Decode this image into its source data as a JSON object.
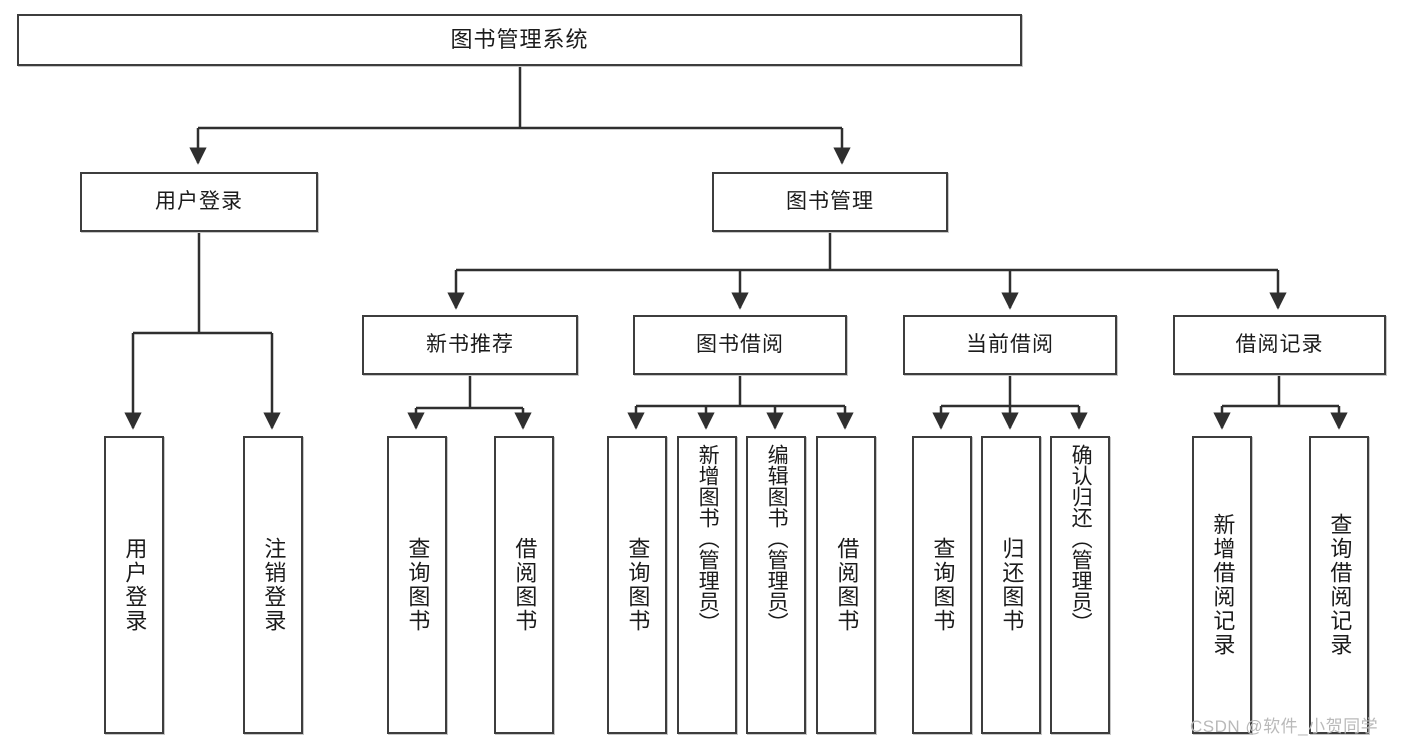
{
  "diagram": {
    "title": "图书管理系统",
    "type": "tree",
    "root": {
      "label": "图书管理系统"
    },
    "level2": [
      {
        "id": "user-login",
        "label": "用户登录"
      },
      {
        "id": "book-manage",
        "label": "图书管理"
      }
    ],
    "level3": [
      {
        "id": "new-book-recommend",
        "label": "新书推荐",
        "parent": "book-manage"
      },
      {
        "id": "book-borrow",
        "label": "图书借阅",
        "parent": "book-manage"
      },
      {
        "id": "current-borrow",
        "label": "当前借阅",
        "parent": "book-manage"
      },
      {
        "id": "borrow-record",
        "label": "借阅记录",
        "parent": "book-manage"
      }
    ],
    "leaves": [
      {
        "id": "leaf-user-login",
        "label": "用户登录",
        "parent": "user-login"
      },
      {
        "id": "leaf-user-logout",
        "label": "注销登录",
        "parent": "user-login"
      },
      {
        "id": "leaf-query-book-1",
        "label": "查询图书",
        "parent": "new-book-recommend"
      },
      {
        "id": "leaf-borrow-book-1",
        "label": "借阅图书",
        "parent": "new-book-recommend"
      },
      {
        "id": "leaf-query-book-2",
        "label": "查询图书",
        "parent": "book-borrow"
      },
      {
        "id": "leaf-add-book",
        "label": "新增图书（管理员）",
        "parent": "book-borrow"
      },
      {
        "id": "leaf-edit-book",
        "label": "编辑图书（管理员）",
        "parent": "book-borrow"
      },
      {
        "id": "leaf-borrow-book-2",
        "label": "借阅图书",
        "parent": "book-borrow"
      },
      {
        "id": "leaf-query-book-3",
        "label": "查询图书",
        "parent": "current-borrow"
      },
      {
        "id": "leaf-return-book",
        "label": "归还图书",
        "parent": "current-borrow"
      },
      {
        "id": "leaf-confirm-return",
        "label": "确认归还（管理员）",
        "parent": "current-borrow"
      },
      {
        "id": "leaf-add-record",
        "label": "新增借阅记录",
        "parent": "borrow-record"
      },
      {
        "id": "leaf-query-record",
        "label": "查询借阅记录",
        "parent": "borrow-record"
      }
    ],
    "watermark": "CSDN @软件_小贺同学",
    "colors": {
      "border": "#3d3d3d",
      "background": "#ffffff",
      "text": "#1b1b1b",
      "watermark": "#b9b9b9"
    }
  }
}
